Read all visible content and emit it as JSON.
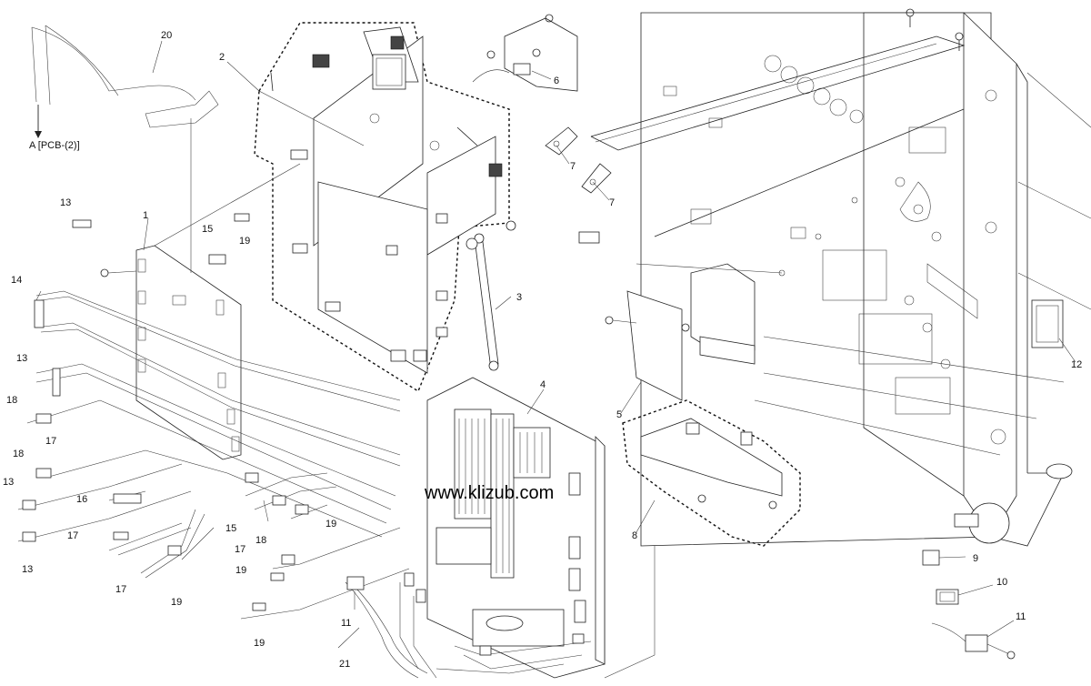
{
  "diagram": {
    "watermark": "www.klizub.com",
    "reference_label": "A [PCB-(2)]",
    "callouts": {
      "c1": "1",
      "c2": "2",
      "c3": "3",
      "c4": "4",
      "c5": "5",
      "c6": "6",
      "c7a": "7",
      "c7b": "7",
      "c8": "8",
      "c9": "9",
      "c10": "10",
      "c11a": "11",
      "c11b": "11",
      "c12": "12",
      "c13a": "13",
      "c13b": "13",
      "c13c": "13",
      "c13d": "13",
      "c14": "14",
      "c15a": "15",
      "c15b": "15",
      "c16": "16",
      "c17a": "17",
      "c17b": "17",
      "c17c": "17",
      "c17d": "17",
      "c18a": "18",
      "c18b": "18",
      "c18c": "18",
      "c19a": "19",
      "c19b": "19",
      "c19c": "19",
      "c19d": "19",
      "c19e": "19",
      "c20": "20",
      "c21": "21"
    }
  }
}
